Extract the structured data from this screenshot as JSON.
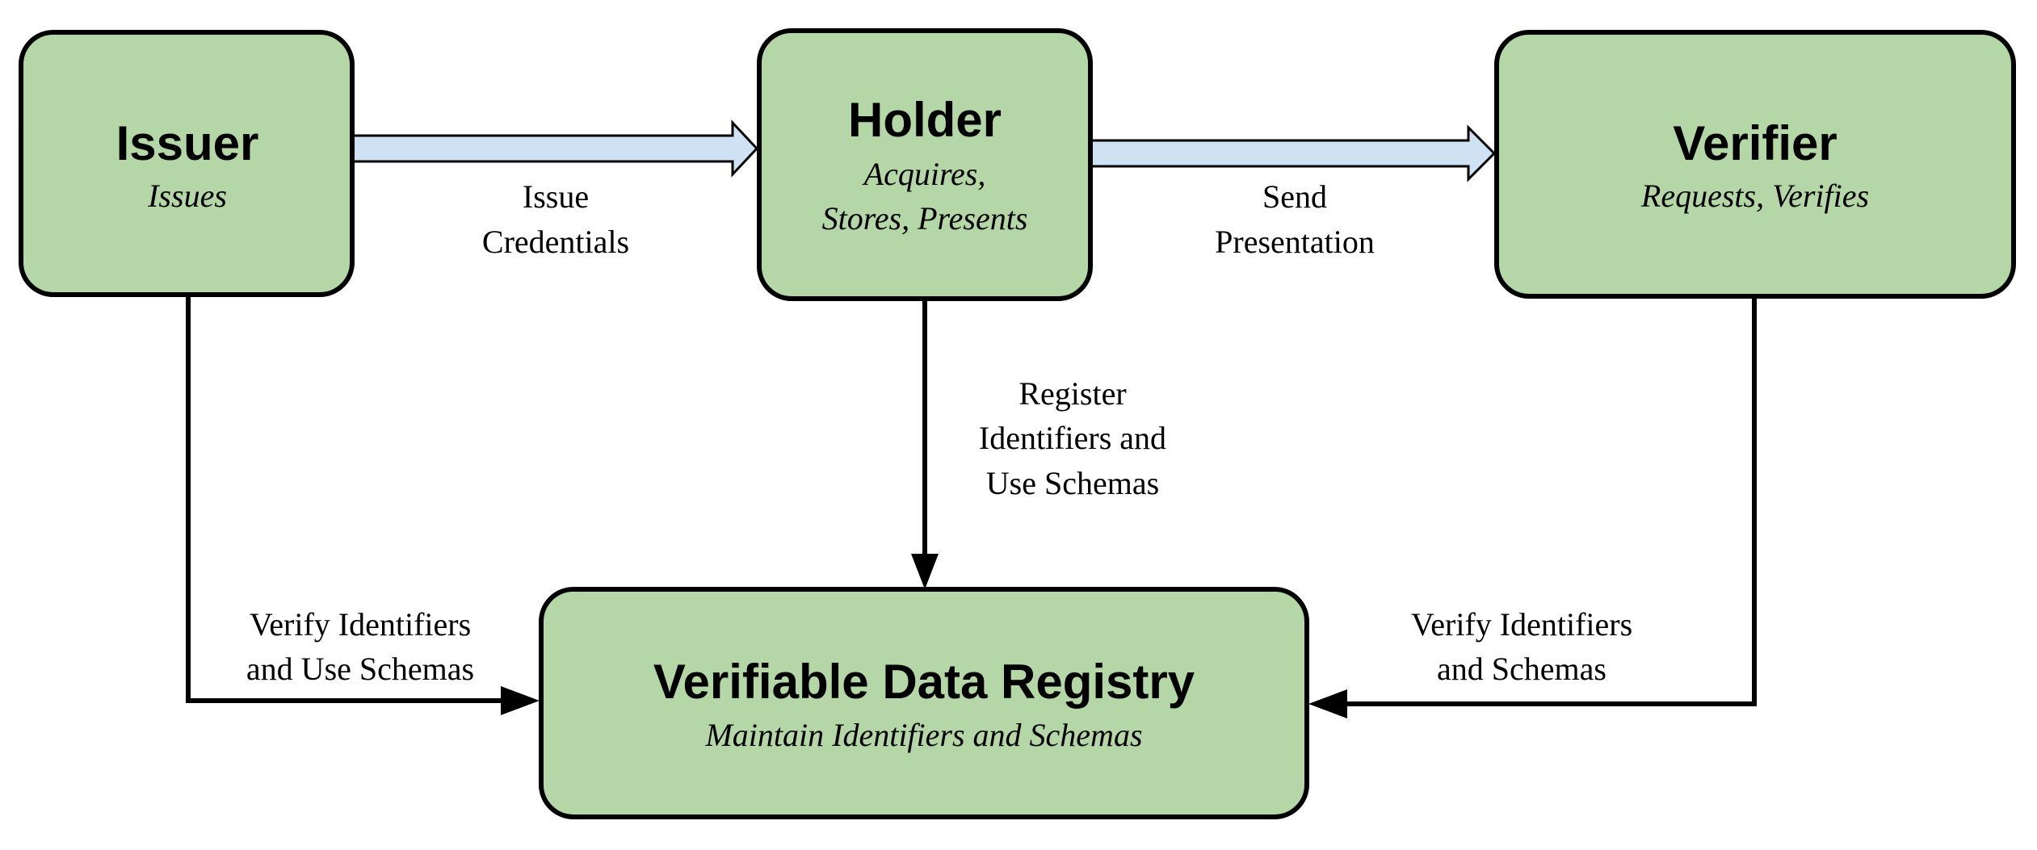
{
  "colors": {
    "node_fill": "#b5d7a8",
    "node_stroke": "#000000",
    "flow_arrow_fill": "#cfe2f3",
    "line": "#000000"
  },
  "nodes": {
    "issuer": {
      "title": "Issuer",
      "subtitle": "Issues"
    },
    "holder": {
      "title": "Holder",
      "subtitle_line1": "Acquires,",
      "subtitle_line2": "Stores, Presents"
    },
    "verifier": {
      "title": "Verifier",
      "subtitle": "Requests, Verifies"
    },
    "registry": {
      "title": "Verifiable Data Registry",
      "subtitle": "Maintain Identifiers and Schemas"
    }
  },
  "edges": {
    "issue_credentials": {
      "line1": "Issue",
      "line2": "Credentials"
    },
    "send_presentation": {
      "line1": "Send",
      "line2": "Presentation"
    },
    "register": {
      "line1": "Register",
      "line2": "Identifiers and",
      "line3": "Use Schemas"
    },
    "issuer_verify": {
      "line1": "Verify Identifiers",
      "line2": "and Use Schemas"
    },
    "verifier_verify": {
      "line1": "Verify Identifiers",
      "line2": "and Schemas"
    }
  }
}
